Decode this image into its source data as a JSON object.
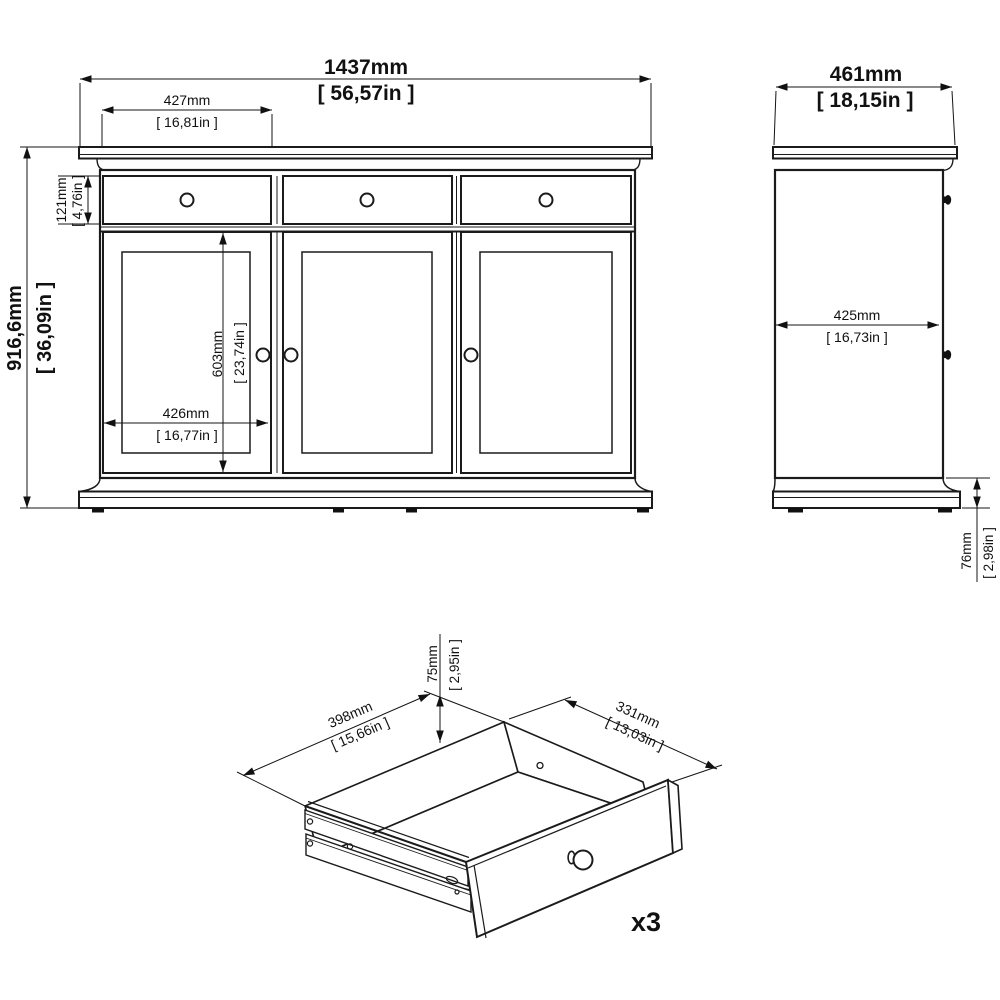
{
  "drawing": {
    "front_view": {
      "overall_width": {
        "mm": "1437mm",
        "in": "[ 56,57in ]"
      },
      "top_drawer_width": {
        "mm": "427mm",
        "in": "[ 16,81in ]"
      },
      "overall_height": {
        "mm": "916,6mm",
        "in": "[ 36,09in ]"
      },
      "drawer_front_height": {
        "mm": "121mm",
        "in": "[ 4,76in ]"
      },
      "door_height": {
        "mm": "603mm",
        "in": "[ 23,74in ]"
      },
      "door_width": {
        "mm": "426mm",
        "in": "[ 16,77in ]"
      }
    },
    "side_view": {
      "overall_depth": {
        "mm": "461mm",
        "in": "[ 18,15in ]"
      },
      "body_depth": {
        "mm": "425mm",
        "in": "[ 16,73in ]"
      },
      "plinth_height": {
        "mm": "76mm",
        "in": "[ 2,98in ]"
      }
    },
    "drawer_view": {
      "drawer_height": {
        "mm": "75mm",
        "in": "[ 2,95in ]"
      },
      "drawer_depth": {
        "mm": "398mm",
        "in": "[ 15,66in ]"
      },
      "drawer_width": {
        "mm": "331mm",
        "in": "[ 13,03in ]"
      },
      "quantity": "x3"
    }
  }
}
